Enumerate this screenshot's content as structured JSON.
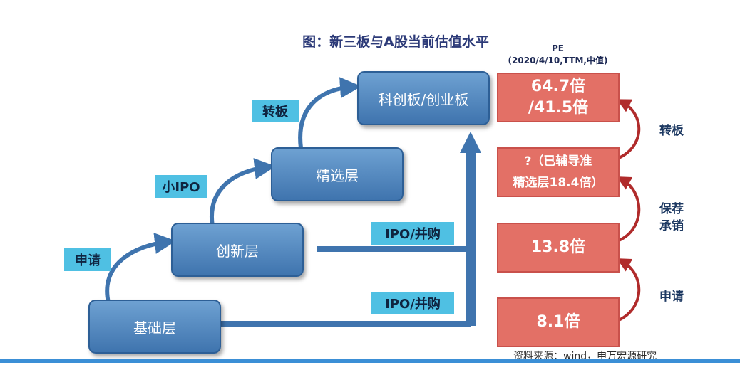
{
  "title": "图：新三板与A股当前估值水平",
  "pe_header": {
    "line1": "PE",
    "line2": "(2020/4/10,TTM,中值)"
  },
  "steps": {
    "base": "基础层",
    "innovation": "创新层",
    "select": "精选层",
    "star": "科创板/创业板"
  },
  "tags": {
    "apply": "申请",
    "small_ipo": "小IPO",
    "transfer": "转板",
    "ipo_merge_1": "IPO/并购",
    "ipo_merge_2": "IPO/并购"
  },
  "pe_boxes": {
    "star_line1": "64.7倍",
    "star_line2": "/41.5倍",
    "select_line1": "?（已辅导准",
    "select_line2": "精选层18.4倍）",
    "innovation": "13.8倍",
    "base": "8.1倍"
  },
  "side_labels": {
    "transfer": "转板",
    "sponsor_line1": "保荐",
    "sponsor_line2": "承销",
    "apply": "申请"
  },
  "source": "资料来源：wind，申万宏源研究",
  "colors": {
    "step_blue": "#4f85bf",
    "tag_cyan": "#4fc0e3",
    "pe_red": "#e37066",
    "arrow_blue": "#3f74ae"
  }
}
